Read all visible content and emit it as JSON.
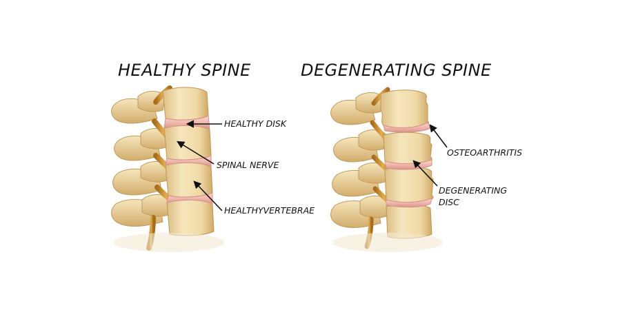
{
  "panels": {
    "healthy": {
      "title": "HEALTHY SPINE",
      "labels": {
        "disk": "HEALTHY DISK",
        "nerve": "SPINAL NERVE",
        "vertebrae": "HEALTHYVERTEBRAE"
      }
    },
    "degenerating": {
      "title": "DEGENERATING SPINE",
      "labels": {
        "osteoarthritis": "OSTEOARTHRITIS",
        "disc_line1": "DEGENERATING",
        "disc_line2": "DISC"
      }
    }
  },
  "colors": {
    "bone": "#f1ddae",
    "bone_shade": "#d9b878",
    "bone_dark": "#b98d4b",
    "disk": "#f3c9c0",
    "disk_edge": "#d88f8a",
    "nerve": "#d49a3a",
    "arrow": "#111111"
  }
}
